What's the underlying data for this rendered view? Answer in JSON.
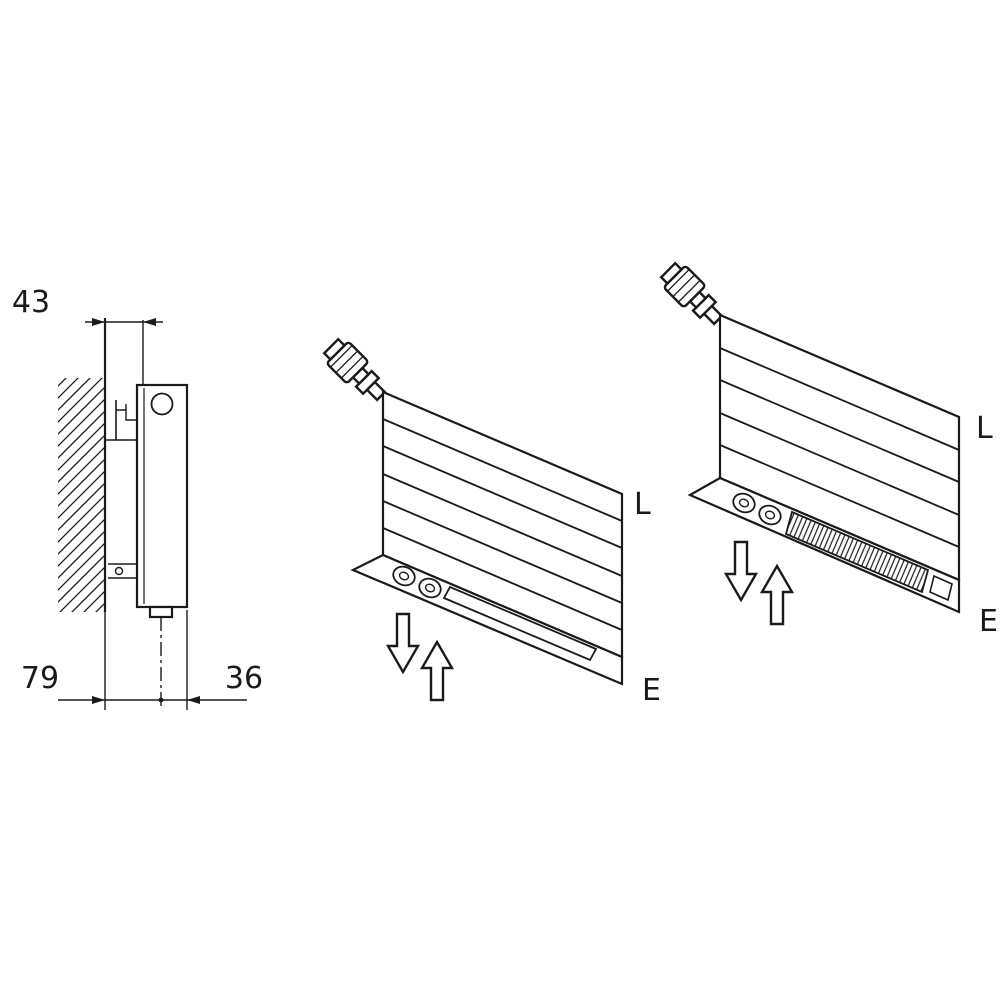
{
  "side_view": {
    "dim_top": "43",
    "dim_bottom_left": "79",
    "dim_bottom_right": "36"
  },
  "middle_radiator": {
    "length_label": "L",
    "end_label": "E"
  },
  "right_radiator": {
    "length_label": "L",
    "end_label": "E"
  },
  "colors": {
    "line": "#1a1a1a",
    "background": "#ffffff"
  }
}
